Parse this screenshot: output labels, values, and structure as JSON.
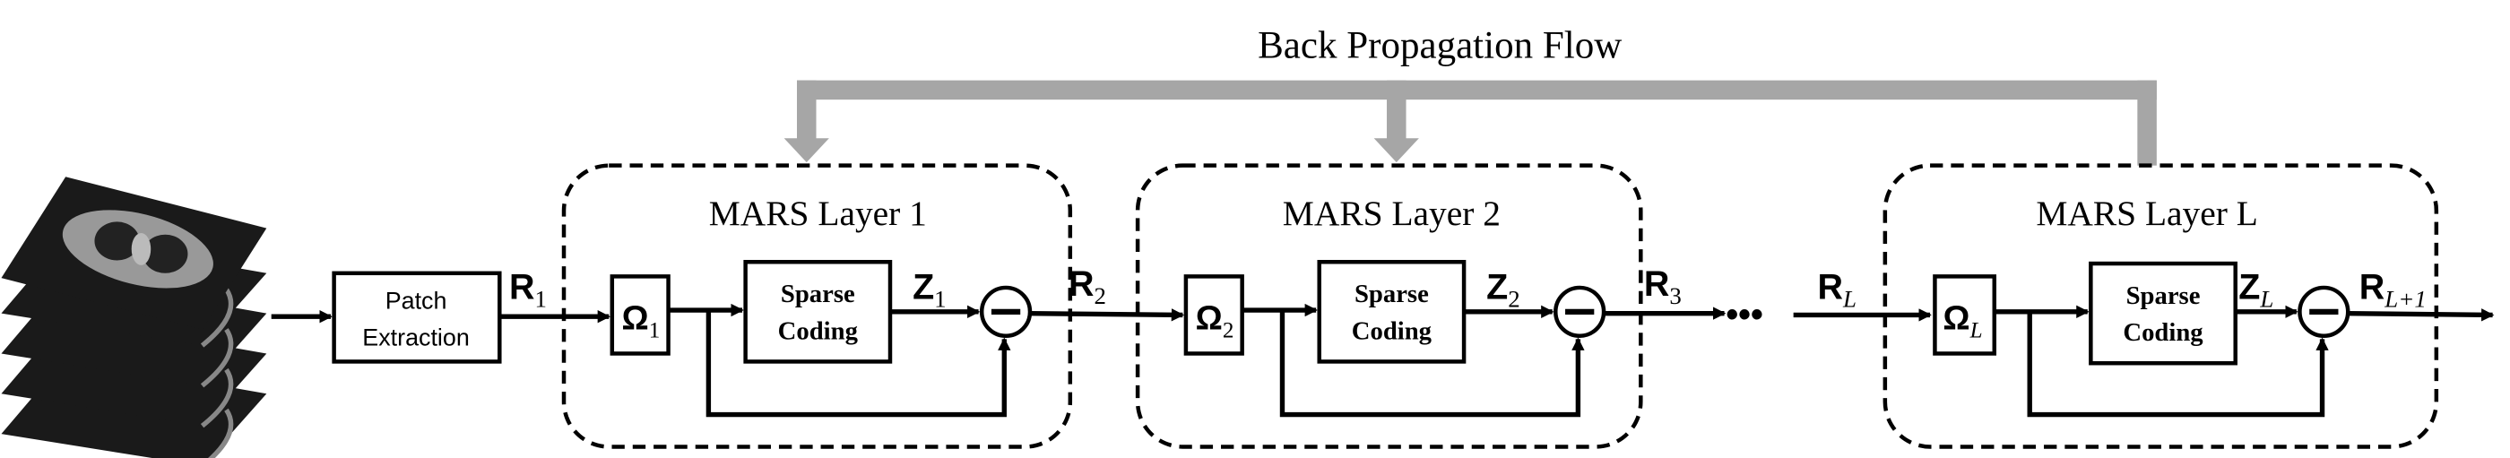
{
  "title": "Back Propagation Flow",
  "colors": {
    "flow": "#a6a6a6",
    "stroke": "#000000",
    "slice": "#1a1a1a"
  },
  "input": {
    "icon": "ct-slice-stack"
  },
  "patch": {
    "line1": "Patch",
    "line2": "Extraction"
  },
  "layers": [
    {
      "label": "MARS Layer 1",
      "omega": "Ω",
      "omega_sub": "1",
      "coding1": "Sparse",
      "coding2": "Coding",
      "z": "Z",
      "z_sub": "1",
      "r_in": "R",
      "r_in_sub": "1",
      "r_out": "R",
      "r_out_sub": "2"
    },
    {
      "label": "MARS Layer 2",
      "omega": "Ω",
      "omega_sub": "2",
      "coding1": "Sparse",
      "coding2": "Coding",
      "z": "Z",
      "z_sub": "2",
      "r_out": "R",
      "r_out_sub": "3"
    },
    {
      "label": "MARS Layer L",
      "omega": "Ω",
      "omega_sub": "L",
      "coding1": "Sparse",
      "coding2": "Coding",
      "z": "Z",
      "z_sub": "L",
      "r_in": "R",
      "r_in_sub": "L",
      "r_out": "R",
      "r_out_sub": "L+1"
    }
  ],
  "ellipsis": "•••",
  "subtract_symbol": "−"
}
